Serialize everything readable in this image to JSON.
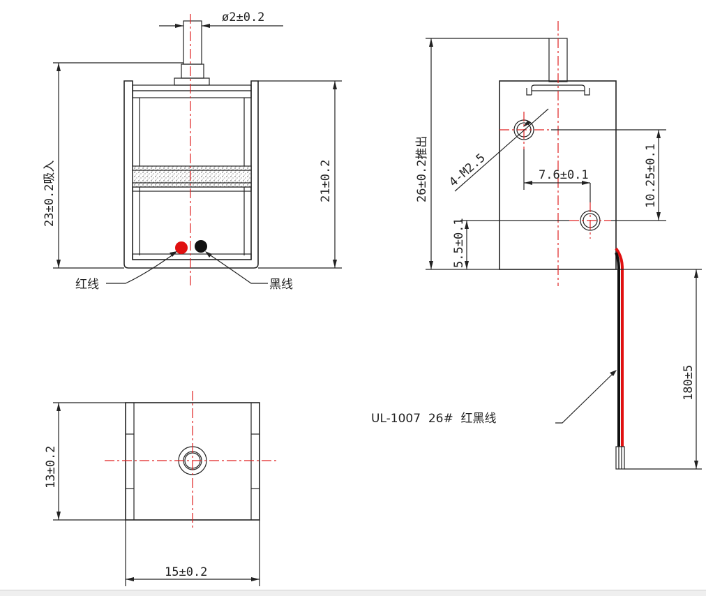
{
  "front_view": {
    "pin_diameter": "ø2±0.2",
    "height_pull": "23±0.2吸入",
    "body_height": "21±0.2",
    "red_wire_label": "红线",
    "black_wire_label": "黑线"
  },
  "side_view": {
    "height_push": "26±0.2推出",
    "screw_holes": "4-M2.5",
    "hole_spacing_h": "7.6±0.1",
    "hole_spacing_v": "10.25±0.1",
    "hole_offset": "5.5±0.1",
    "lead_length": "180±5",
    "wire_spec": "UL-1007  26#  红黑线"
  },
  "bottom_view": {
    "depth": "13±0.2",
    "width": "15±0.2"
  },
  "colors": {
    "red_wire": "#e01010",
    "black_wire": "#111111",
    "center_line": "#e02020"
  }
}
